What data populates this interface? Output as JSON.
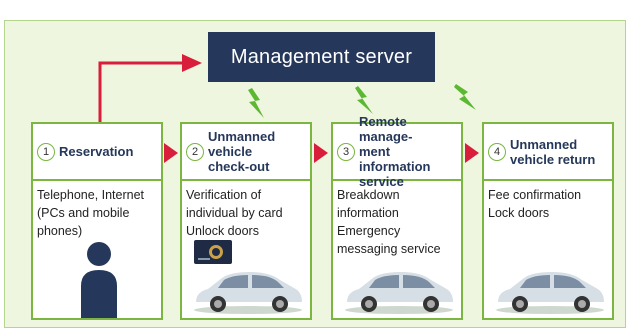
{
  "server": {
    "label": "Management server"
  },
  "steps": [
    {
      "number": "1",
      "title_lines": [
        "Reservation"
      ],
      "body_lines": [
        "Telephone, Internet",
        "(PCs and mobile",
        "phones)"
      ]
    },
    {
      "number": "2",
      "title_lines": [
        "Unmanned",
        "vehicle",
        "check-out"
      ],
      "body_lines": [
        "Verification of",
        "individual by card",
        "Unlock doors"
      ]
    },
    {
      "number": "3",
      "title_lines": [
        "Remote manage-",
        "ment information",
        "service"
      ],
      "body_lines": [
        "Breakdown",
        "information",
        "Emergency",
        "messaging service"
      ]
    },
    {
      "number": "4",
      "title_lines": [
        "Unmanned",
        "vehicle return"
      ],
      "body_lines": [
        "Fee confirmation",
        "Lock doors"
      ]
    }
  ],
  "colors": {
    "panel_bg": "#eff6df",
    "accent_green": "#7ab640",
    "server_bg": "#25375a",
    "arrow_red": "#d91e3c",
    "bolt_green": "#5cb832",
    "person_navy": "#25375a"
  },
  "icons": [
    "person-icon",
    "id-card-icon",
    "car-icon",
    "lightning-bolt-icon"
  ]
}
